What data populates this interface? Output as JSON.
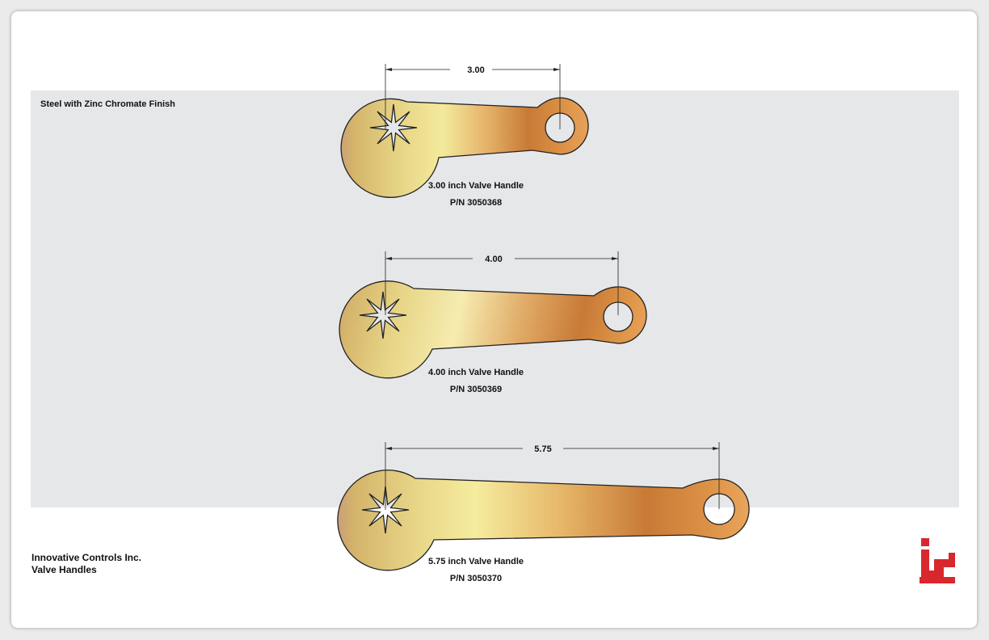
{
  "header": {
    "finish_note": "Steel with Zinc Chromate Finish"
  },
  "colors": {
    "band": "#e6e7e9",
    "logo_red": "#d9272e",
    "metal_light": "#f4e9a4",
    "metal_dark": "#c8762f"
  },
  "handles": [
    {
      "dimension": "3.00",
      "title": "3.00 inch Valve Handle",
      "part_number": "P/N 3050368"
    },
    {
      "dimension": "4.00",
      "title": "4.00 inch Valve Handle",
      "part_number": "P/N 3050369"
    },
    {
      "dimension": "5.75",
      "title": "5.75 inch Valve Handle",
      "part_number": "P/N 3050370"
    }
  ],
  "footer": {
    "company": "Innovative Controls Inc.",
    "product": "Valve Handles"
  },
  "logo": {
    "icon": "ic-logo",
    "letters": "ic"
  }
}
